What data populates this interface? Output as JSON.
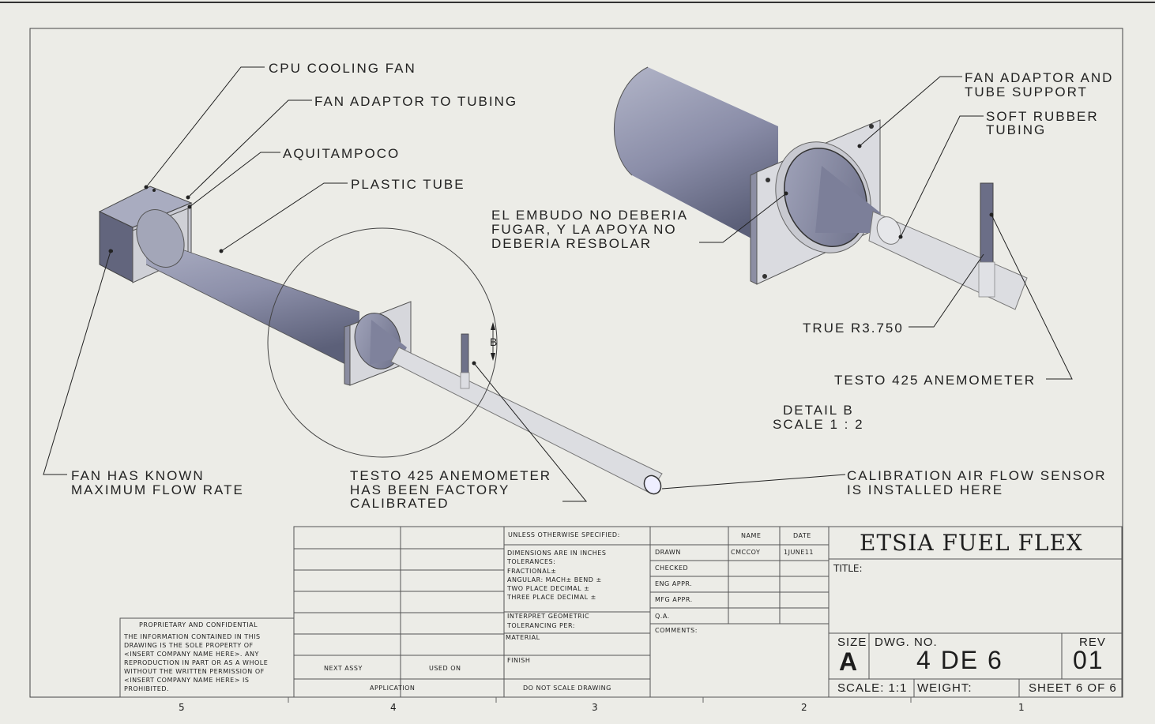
{
  "callouts": {
    "cpu_cooling_fan": "CPU COOLING FAN",
    "fan_adaptor_to_tubing": "FAN ADAPTOR TO TUBING",
    "aquitampoco": "AQUITAMPOCO",
    "plastic_tube": "PLASTIC TUBE",
    "fan_known_rate_1": "FAN HAS KNOWN",
    "fan_known_rate_2": "MAXIMUM FLOW RATE",
    "testo_calibrated_1": "TESTO 425 ANEMOMETER",
    "testo_calibrated_2": "HAS BEEN FACTORY",
    "testo_calibrated_3": "CALIBRATED",
    "calibration_sensor_1": "CALIBRATION AIR FLOW SENSOR",
    "calibration_sensor_2": "IS INSTALLED HERE",
    "fan_adaptor_support_1": "FAN ADAPTOR AND",
    "fan_adaptor_support_2": "TUBE SUPPORT",
    "soft_rubber_1": "SOFT RUBBER",
    "soft_rubber_2": "TUBING",
    "embudo_1": "EL EMBUDO NO DEBERIA",
    "embudo_2": "FUGAR, Y LA APOYA NO",
    "embudo_3": "DEBERIA RESBOLAR",
    "true_radius": "TRUE R3.750",
    "testo_detail": "TESTO 425 ANEMOMETER",
    "detail_marker": "B"
  },
  "detail": {
    "title": "DETAIL B",
    "scale": "SCALE 1 : 2"
  },
  "title_block": {
    "unless": "UNLESS OTHERWISE SPECIFIED:",
    "dims_1": "DIMENSIONS ARE IN INCHES",
    "dims_2": "TOLERANCES:",
    "dims_3": "FRACTIONAL±",
    "dims_4": "ANGULAR: MACH±    BEND ±",
    "dims_5": "TWO PLACE DECIMAL    ±",
    "dims_6": "THREE PLACE DECIMAL   ±",
    "interpret_1": "INTERPRET GEOMETRIC",
    "interpret_2": "TOLERANCING PER:",
    "material": "MATERIAL",
    "finish": "FINISH",
    "do_not_scale": "DO NOT SCALE DRAWING",
    "application": "APPLICATION",
    "next_assy": "NEXT ASSY",
    "used_on": "USED ON",
    "name_header": "NAME",
    "date_header": "DATE",
    "drawn": "DRAWN",
    "drawn_name": "CMCCOY",
    "drawn_date": "1JUNE11",
    "checked": "CHECKED",
    "eng_appr": "ENG APPR.",
    "mfg_appr": "MFG APPR.",
    "qa": "Q.A.",
    "comments": "COMMENTS:",
    "company": "ETSIA FUEL FLEX",
    "title_label": "TITLE:",
    "size_label": "SIZE",
    "size_value": "A",
    "dwg_no_label": "DWG.  NO.",
    "dwg_no_value": "4 DE 6",
    "rev_label": "REV",
    "rev_value": "01",
    "scale": "SCALE: 1:1",
    "weight": "WEIGHT:",
    "sheet": "SHEET 6 OF 6"
  },
  "proprietary": {
    "heading": "PROPRIETARY AND CONFIDENTIAL",
    "line_1": "THE INFORMATION CONTAINED IN THIS",
    "line_2": "DRAWING IS THE SOLE PROPERTY OF",
    "line_3": "<INSERT COMPANY NAME HERE>.  ANY",
    "line_4": "REPRODUCTION IN PART OR AS A WHOLE",
    "line_5": "WITHOUT THE WRITTEN PERMISSION OF",
    "line_6": "<INSERT COMPANY NAME HERE> IS",
    "line_7": "PROHIBITED."
  },
  "zones": [
    "5",
    "4",
    "3",
    "2",
    "1"
  ],
  "colors": {
    "paper": "#ecece7",
    "body": "#8a8ea8",
    "glass": "#d8d9dc"
  }
}
